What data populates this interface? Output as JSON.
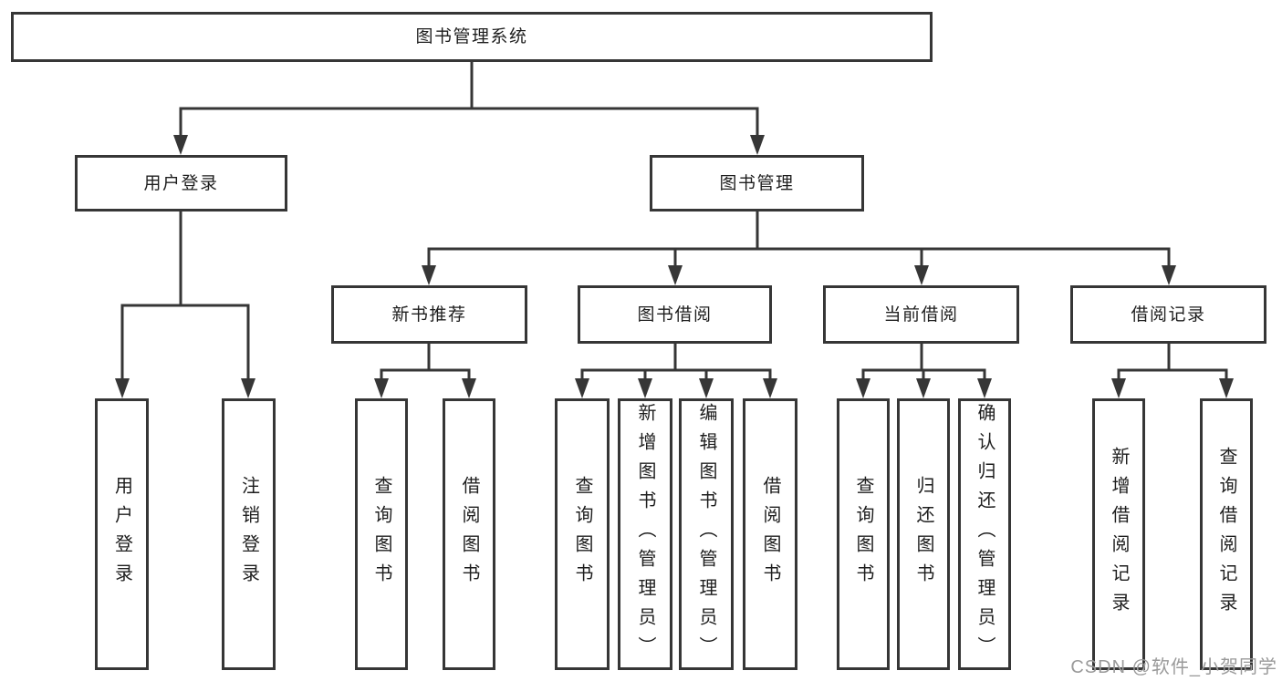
{
  "colors": {
    "line": "#363636",
    "box_border": "#363636",
    "box_fill": "#ffffff",
    "text": "#1e1e1e",
    "watermark": "#9a9a9a"
  },
  "diagram": {
    "root": {
      "label": "图书管理系统"
    },
    "level2": {
      "user_login_group": {
        "label": "用户登录"
      },
      "book_management": {
        "label": "图书管理"
      }
    },
    "level3": {
      "new_book_recommend": {
        "label": "新书推荐"
      },
      "book_borrowing": {
        "label": "图书借阅"
      },
      "current_borrowing": {
        "label": "当前借阅"
      },
      "borrowing_records": {
        "label": "借阅记录"
      }
    },
    "leaves": {
      "user_login": {
        "label": "用户登录"
      },
      "logout_login": {
        "label": "注销登录"
      },
      "query_book_recommend": {
        "label": "查询图书"
      },
      "borrow_book_recommend": {
        "label": "借阅图书"
      },
      "query_book_borrowing": {
        "label": "查询图书"
      },
      "add_book_admin": {
        "label": "新增图书（管理员）"
      },
      "edit_book_admin": {
        "label": "编辑图书（管理员）"
      },
      "borrow_book_borrowing": {
        "label": "借阅图书"
      },
      "query_book_current": {
        "label": "查询图书"
      },
      "return_book": {
        "label": "归还图书"
      },
      "confirm_return_admin": {
        "label": "确认归还（管理员）"
      },
      "add_borrow_record": {
        "label": "新增借阅记录"
      },
      "query_borrow_record": {
        "label": "查询借阅记录"
      }
    }
  },
  "watermark": {
    "text": "CSDN @软件_小贺同学"
  }
}
